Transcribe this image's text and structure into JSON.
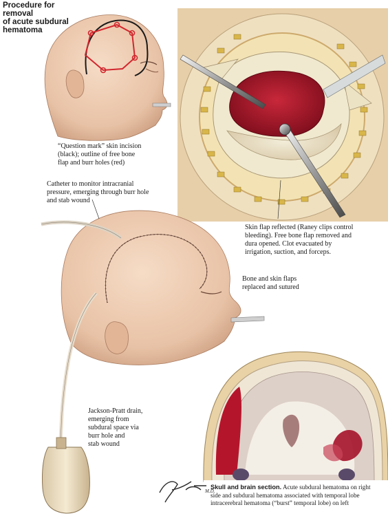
{
  "title": {
    "line1": "Procedure for removal",
    "line2": "of acute subdural",
    "line3": "hematoma"
  },
  "captions": {
    "incision": [
      "“Question mark” skin incision",
      "(black); outline of free bone",
      "flap and burr holes (red)"
    ],
    "catheter": [
      "Catheter to monitor intracranial",
      "pressure, emerging through burr hole",
      "and stab wound"
    ],
    "flap": [
      "Skin flap reflected (Raney clips control",
      "bleeding). Free bone flap removed and",
      "dura opened. Clot evacuated by",
      "irrigation, suction, and forceps."
    ],
    "sutured": [
      "Bone and skin flaps",
      "replaced and sutured"
    ],
    "drain": [
      "Jackson-Pratt drain,",
      "emerging from",
      "subdural space via",
      "burr hole and",
      "stab wound"
    ],
    "section_bold": "Skull and brain section.",
    "section": [
      "Acute subdural hematoma on right",
      "side and subdural hematoma associated with temporal lobe",
      "intracerebral hematoma (“burst” temporal lobe) on left"
    ]
  },
  "signature": "F. Netter M.D.",
  "colors": {
    "skin": "#eccbb0",
    "skin_shadow": "#c99a7c",
    "blood": "#b5152b",
    "bone": "#e9dfb4",
    "incision_red": "#d2262e",
    "brain_gray": "#d9c9c2"
  }
}
